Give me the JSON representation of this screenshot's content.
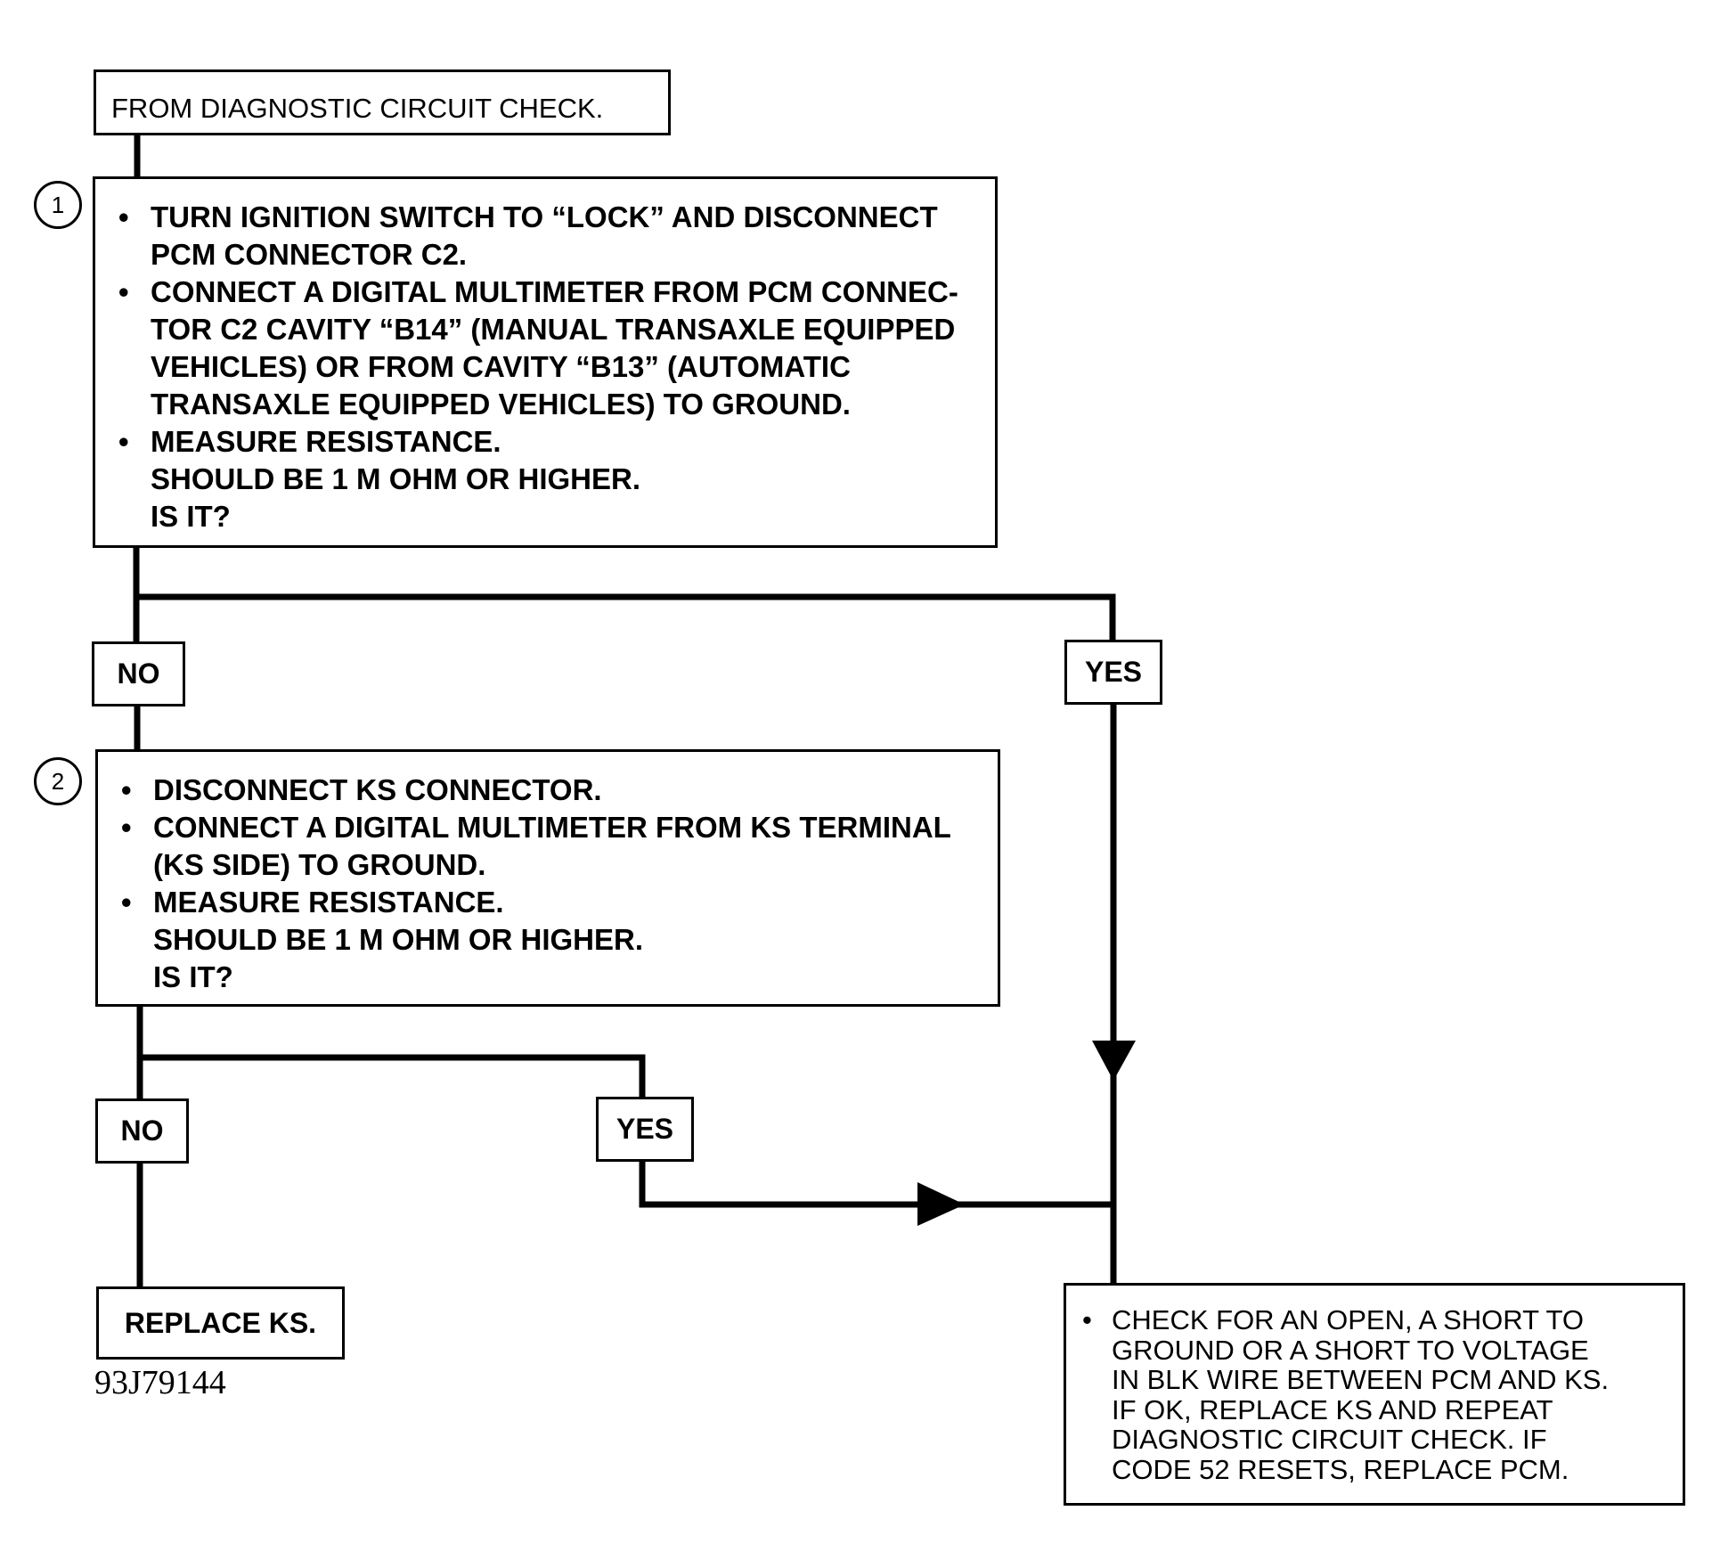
{
  "start": {
    "text": "FROM DIAGNOSTIC CIRCUIT CHECK."
  },
  "steps": [
    {
      "number": "1",
      "bullets": [
        "TURN IGNITION SWITCH TO “LOCK” AND DISCONNECT\nPCM CONNECTOR C2.",
        "CONNECT A DIGITAL MULTIMETER FROM PCM CONNEC-\nTOR C2 CAVITY “B14” (MANUAL TRANSAXLE EQUIPPED\nVEHICLES) OR FROM CAVITY “B13” (AUTOMATIC\nTRANSAXLE EQUIPPED VEHICLES) TO GROUND.",
        "MEASURE RESISTANCE.\nSHOULD BE 1 M OHM OR HIGHER.\nIS IT?"
      ],
      "no_label": "NO",
      "yes_label": "YES"
    },
    {
      "number": "2",
      "bullets": [
        "DISCONNECT KS CONNECTOR.",
        "CONNECT A DIGITAL MULTIMETER FROM KS TERMINAL\n(KS SIDE) TO GROUND.",
        "MEASURE RESISTANCE.\nSHOULD BE 1 M OHM OR HIGHER.\nIS IT?"
      ],
      "no_label": "NO",
      "yes_label": "YES"
    }
  ],
  "outcomes": {
    "replace": "REPLACE KS.",
    "check": "CHECK FOR AN OPEN, A SHORT TO\nGROUND OR A SHORT TO VOLTAGE\nIN BLK WIRE BETWEEN PCM AND KS.\nIF OK, REPLACE KS AND REPEAT\nDIAGNOSTIC CIRCUIT CHECK. IF\nCODE 52 RESETS, REPLACE PCM."
  },
  "figure_id": "93J79144"
}
